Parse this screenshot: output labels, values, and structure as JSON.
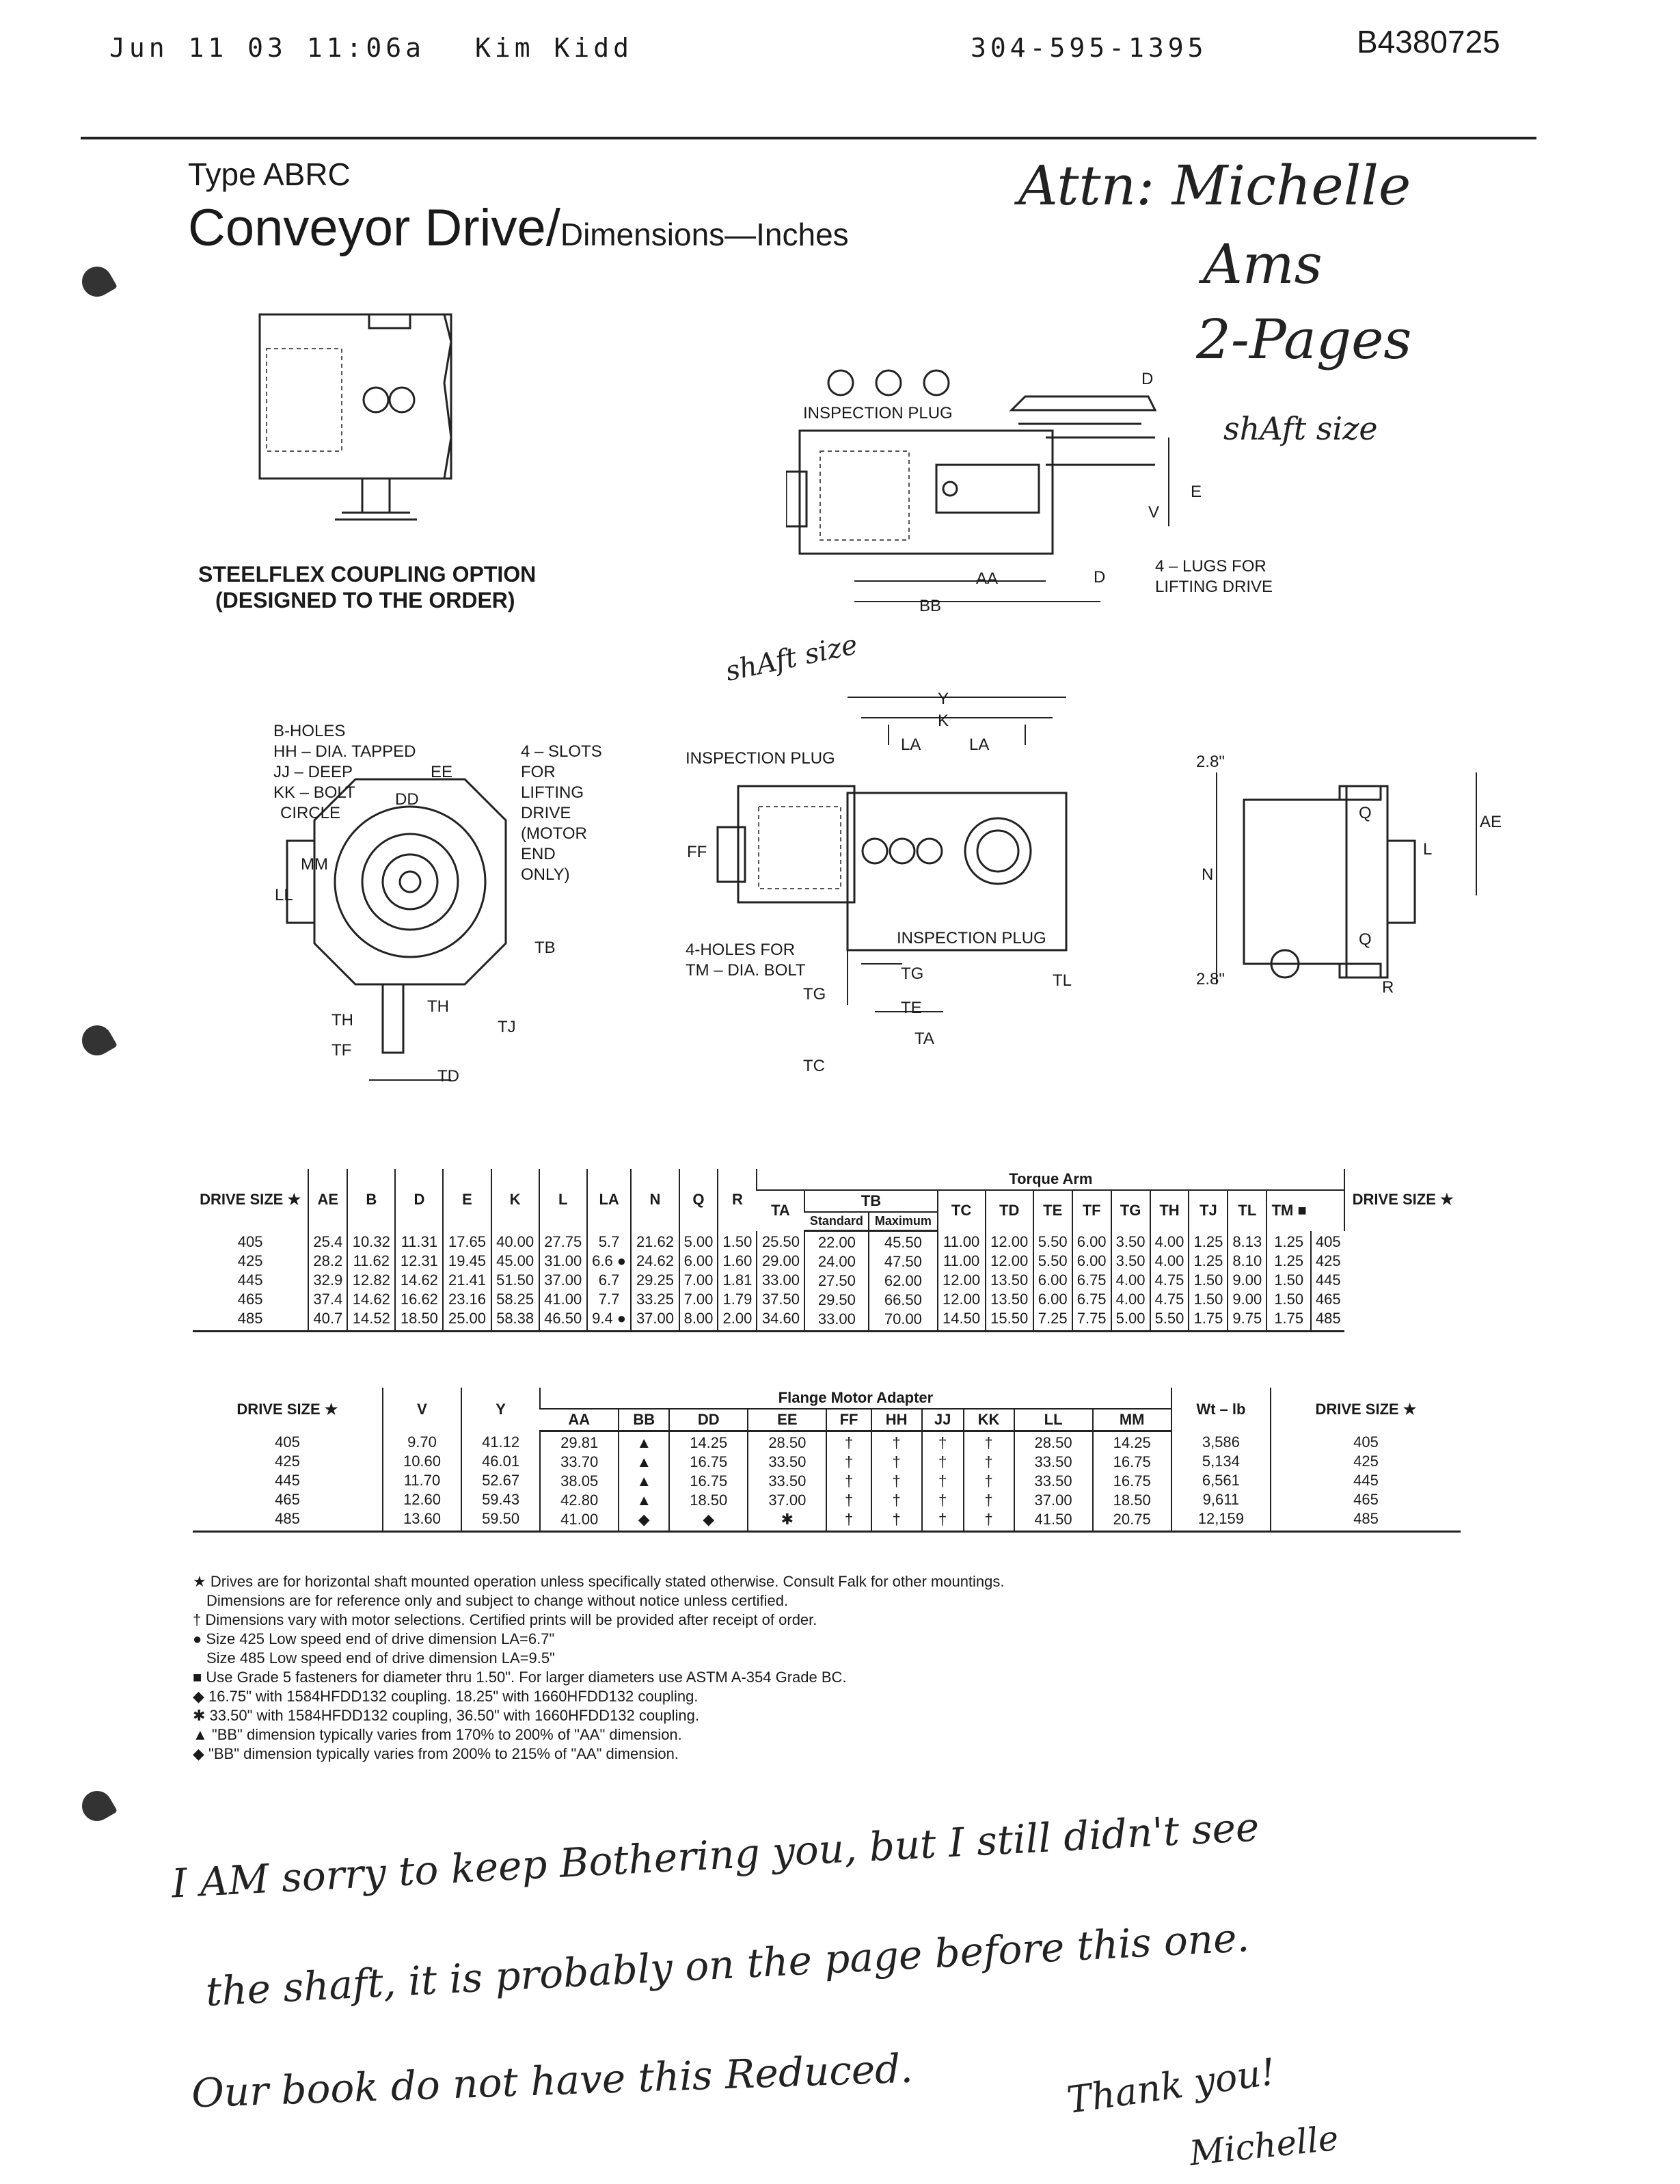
{
  "fax_header": {
    "datetime": "Jun 11 03 11:06a",
    "sender": "Kim Kidd",
    "phone": "304-595-1395",
    "doc_id": "B4380725"
  },
  "heading": {
    "type_line": "Type ABRC",
    "title_main": "Conveyor Drive/",
    "title_sub": "Dimensions—Inches"
  },
  "handwritten_top": {
    "attn": "Attn: Michelle",
    "line2": "Ams",
    "line3": "2-Pages",
    "shaft_size_1": "shAft size",
    "shaft_size_2": "shAft size"
  },
  "diagram_labels": {
    "steelflex_caption_1": "STEELFLEX COUPLING OPTION",
    "steelflex_caption_2": "(DESIGNED TO THE ORDER)",
    "inspection_plug_top": "INSPECTION PLUG",
    "lugs_1": "4 – LUGS FOR",
    "lugs_2": "LIFTING DRIVE",
    "dim_AA": "AA",
    "dim_BB": "BB",
    "dim_D": "D",
    "dim_E": "E",
    "dim_V": "V",
    "b_holes_1": "B-HOLES",
    "b_holes_2": "HH – DIA. TAPPED",
    "b_holes_3": "JJ – DEEP",
    "b_holes_4": "KK – BOLT",
    "b_holes_5": "CIRCLE",
    "dim_EE": "EE",
    "dim_DD": "DD",
    "dim_MM": "MM",
    "dim_LL": "LL",
    "slots_1": "4 – SLOTS",
    "slots_2": "FOR",
    "slots_3": "LIFTING",
    "slots_4": "DRIVE",
    "slots_5": "(MOTOR",
    "slots_6": "END",
    "slots_7": "ONLY)",
    "dim_TB": "TB",
    "dim_TJ": "TJ",
    "dim_TH": "TH",
    "dim_TF": "TF",
    "dim_TD": "TD",
    "inspection_plug_mid": "INSPECTION PLUG",
    "inspection_plug_low": "INSPECTION PLUG",
    "dim_Y": "Y",
    "dim_K": "K",
    "dim_LA_left": "LA",
    "dim_LA_right": "LA",
    "dim_FF": "FF",
    "holes_tm_1": "4-HOLES FOR",
    "holes_tm_2": "TM – DIA. BOLT",
    "dim_TG": "TG",
    "dim_TG2": "TG",
    "dim_TE": "TE",
    "dim_TA": "TA",
    "dim_TC": "TC",
    "dim_TL": "TL",
    "dim_28_top": "2.8\"",
    "dim_28_bot": "2.8\"",
    "dim_N": "N",
    "dim_L": "L",
    "dim_Q_top": "Q",
    "dim_Q_bot": "Q",
    "dim_AE": "AE",
    "dim_R": "R"
  },
  "table1": {
    "group_torque": "Torque Arm",
    "tb_label": "TB",
    "tb_standard": "Standard",
    "tb_maximum": "Maximum",
    "headers": [
      "DRIVE SIZE ★",
      "AE",
      "B",
      "D",
      "E",
      "K",
      "L",
      "LA",
      "N",
      "Q",
      "R",
      "TA",
      "TC",
      "TD",
      "TE",
      "TF",
      "TG",
      "TH",
      "TJ",
      "TL",
      "TM ■",
      "DRIVE SIZE ★"
    ],
    "columns": {
      "size": [
        "405",
        "425",
        "445",
        "465",
        "485"
      ],
      "AE": [
        "25.4",
        "28.2",
        "32.9",
        "37.4",
        "40.7"
      ],
      "B": [
        "10.32",
        "11.62",
        "12.82",
        "14.62",
        "14.52"
      ],
      "D": [
        "11.31",
        "12.31",
        "14.62",
        "16.62",
        "18.50"
      ],
      "E": [
        "17.65",
        "19.45",
        "21.41",
        "23.16",
        "25.00"
      ],
      "K": [
        "40.00",
        "45.00",
        "51.50",
        "58.25",
        "58.38"
      ],
      "L": [
        "27.75",
        "31.00",
        "37.00",
        "41.00",
        "46.50"
      ],
      "LA": [
        "5.7",
        "6.6 ●",
        "6.7",
        "7.7",
        "9.4 ●"
      ],
      "N": [
        "21.62",
        "24.62",
        "29.25",
        "33.25",
        "37.00"
      ],
      "Q": [
        "5.00",
        "6.00",
        "7.00",
        "7.00",
        "8.00"
      ],
      "R": [
        "1.50",
        "1.60",
        "1.81",
        "1.79",
        "2.00"
      ],
      "TA": [
        "25.50",
        "29.00",
        "33.00",
        "37.50",
        "34.60"
      ],
      "TB_std": [
        "22.00",
        "24.00",
        "27.50",
        "29.50",
        "33.00"
      ],
      "TB_max": [
        "45.50",
        "47.50",
        "62.00",
        "66.50",
        "70.00"
      ],
      "TC": [
        "11.00",
        "11.00",
        "12.00",
        "12.00",
        "14.50"
      ],
      "TD": [
        "12.00",
        "12.00",
        "13.50",
        "13.50",
        "15.50"
      ],
      "TE": [
        "5.50",
        "5.50",
        "6.00",
        "6.00",
        "7.25"
      ],
      "TF": [
        "6.00",
        "6.00",
        "6.75",
        "6.75",
        "7.75"
      ],
      "TG": [
        "3.50",
        "3.50",
        "4.00",
        "4.00",
        "5.00"
      ],
      "TH": [
        "4.00",
        "4.00",
        "4.75",
        "4.75",
        "5.50"
      ],
      "TJ": [
        "1.25",
        "1.25",
        "1.50",
        "1.50",
        "1.75"
      ],
      "TL": [
        "8.13",
        "8.10",
        "9.00",
        "9.00",
        "9.75"
      ],
      "TM": [
        "1.25",
        "1.25",
        "1.50",
        "1.50",
        "1.75"
      ]
    }
  },
  "table2": {
    "group_flange": "Flange Motor Adapter",
    "headers": [
      "DRIVE SIZE ★",
      "V",
      "Y",
      "AA",
      "BB",
      "DD",
      "EE",
      "FF",
      "HH",
      "JJ",
      "KK",
      "LL",
      "MM",
      "Wt – lb",
      "DRIVE SIZE ★"
    ],
    "columns": {
      "size": [
        "405",
        "425",
        "445",
        "465",
        "485"
      ],
      "V": [
        "9.70",
        "10.60",
        "11.70",
        "12.60",
        "13.60"
      ],
      "Y": [
        "41.12",
        "46.01",
        "52.67",
        "59.43",
        "59.50"
      ],
      "AA": [
        "29.81",
        "33.70",
        "38.05",
        "42.80",
        "41.00"
      ],
      "BB": [
        "▲",
        "▲",
        "▲",
        "▲",
        "◆"
      ],
      "DD": [
        "14.25",
        "16.75",
        "16.75",
        "18.50",
        "◆"
      ],
      "EE": [
        "28.50",
        "33.50",
        "33.50",
        "37.00",
        "✱"
      ],
      "FF": [
        "†",
        "†",
        "†",
        "†",
        "†"
      ],
      "HH": [
        "†",
        "†",
        "†",
        "†",
        "†"
      ],
      "JJ": [
        "†",
        "†",
        "†",
        "†",
        "†"
      ],
      "KK": [
        "†",
        "†",
        "†",
        "†",
        "†"
      ],
      "LL": [
        "28.50",
        "33.50",
        "33.50",
        "37.00",
        "41.50"
      ],
      "MM": [
        "14.25",
        "16.75",
        "16.75",
        "18.50",
        "20.75"
      ],
      "WT": [
        "3,586",
        "5,134",
        "6,561",
        "9,611",
        "12,159"
      ]
    }
  },
  "footnotes": [
    "★ Drives are for horizontal shaft mounted operation unless specifically stated otherwise. Consult Falk for other mountings.",
    "Dimensions are for reference only and subject to change without notice unless certified.",
    "† Dimensions vary with motor selections. Certified prints will be provided after receipt of order.",
    "● Size 425 Low speed end of drive dimension LA=6.7\"",
    "Size 485 Low speed end of drive dimension LA=9.5\"",
    "■ Use Grade 5 fasteners for diameter thru 1.50\". For larger diameters use ASTM A-354 Grade BC.",
    "◆ 16.75\" with 1584HFDD132 coupling. 18.25\" with 1660HFDD132 coupling.",
    "✱ 33.50\" with 1584HFDD132 coupling, 36.50\" with 1660HFDD132 coupling.",
    "▲ \"BB\" dimension typically varies from 170% to 200% of \"AA\" dimension.",
    "◆ \"BB\" dimension typically varies from 200% to 215% of \"AA\" dimension."
  ],
  "handwritten_bottom": {
    "line1": "I AM sorry to keep Bothering you, but I still didn't see",
    "line2": "the shaft, it is probably on the page before this one.",
    "line3": "Our book do not have this Reduced.",
    "thanks": "Thank you!",
    "signature": "Michelle"
  }
}
